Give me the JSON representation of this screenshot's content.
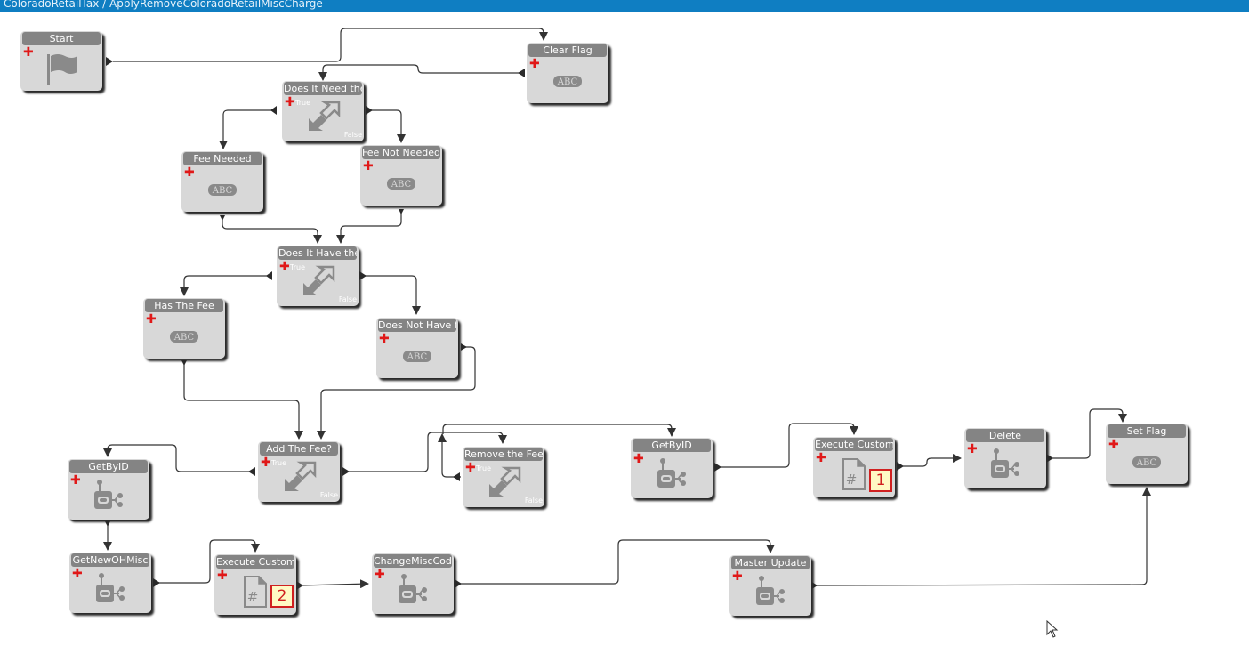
{
  "window": {
    "breadcrumb": "ColoradoRetailTax / ApplyRemoveColoradoRetailMiscCharge"
  },
  "node_labels": {
    "start": "Start",
    "clear_flag": "Clear Flag",
    "does_it_need": "Does It Need the F",
    "fee_needed": "Fee Needed",
    "fee_not_needed": "Fee Not Needed",
    "does_it_have": "Does It Have the F",
    "has_the_fee": "Has The Fee",
    "does_not_have": "Does Not Have the",
    "add_the_fee": "Add The Fee?",
    "remove_the_fee": "Remove the Fee?",
    "getbyid_1": "GetByID",
    "execute_custom_1": "Execute Custom Cc",
    "delete": "Delete",
    "set_flag": "Set Flag",
    "getbyid_2": "GetByID",
    "getnewohmisc": "GetNewOHMisc",
    "execute_custom_2": "Execute Custom Cc",
    "changemisccode": "ChangeMiscCode",
    "master_update": "Master Update"
  },
  "branch_labels": {
    "true": "True",
    "false": "False"
  },
  "assign_icon_text": "ABC",
  "code_icon_text": "#",
  "badges": {
    "execute_custom_1": "1",
    "execute_custom_2": "2"
  },
  "icons": {
    "start": "flag-icon",
    "assign": "abc-assign-icon",
    "decision": "decision-arrows-icon",
    "method": "business-method-icon",
    "custom_code": "code-file-icon",
    "add": "add-action-icon"
  },
  "colors": {
    "titlebar": "#0f7ec2",
    "node_body": "#d8d8d8",
    "node_header": "#848484",
    "add_plus": "#e01818",
    "badge_border": "#d02020",
    "badge_fill": "#fff9c4"
  }
}
